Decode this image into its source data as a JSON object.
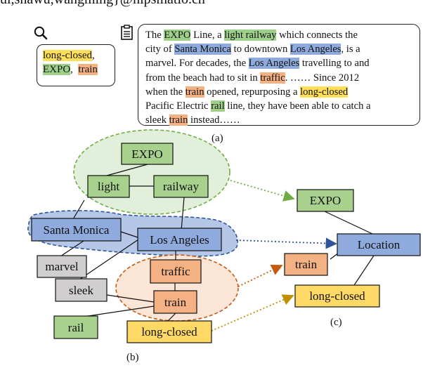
{
  "header_text": "ul,shawu,wangming}@hipsmatio.cn",
  "icons": {
    "search": "magnifier-icon",
    "document": "clipboard-icon"
  },
  "keywords": [
    {
      "text": "long-closed",
      "color": "#ffdf57",
      "sep": ","
    },
    {
      "text": "EXPO",
      "color": "#9fd08a",
      "sep": ","
    },
    {
      "text": "train",
      "color": "#f4b183",
      "sep": ""
    }
  ],
  "passage": [
    [
      {
        "t": "The "
      },
      {
        "t": "EXPO",
        "h": "g"
      },
      {
        "t": " Line, a "
      },
      {
        "t": "light railway",
        "h": "g"
      },
      {
        "t": " which connects the"
      }
    ],
    [
      {
        "t": "city of "
      },
      {
        "t": "Santa Monica",
        "h": "b"
      },
      {
        "t": " to downtown "
      },
      {
        "t": "Los Angeles",
        "h": "b"
      },
      {
        "t": ", is a"
      }
    ],
    [
      {
        "t": "marvel. For decades, the "
      },
      {
        "t": "Los Angeles",
        "h": "b"
      },
      {
        "t": " travelling to and"
      }
    ],
    [
      {
        "t": "from the beach had to sit in "
      },
      {
        "t": "traffic",
        "h": "o"
      },
      {
        "t": ". …… Since 2012"
      }
    ],
    [
      {
        "t": "when the "
      },
      {
        "t": "train",
        "h": "o"
      },
      {
        "t": " opened, repurposing a "
      },
      {
        "t": "long-closed",
        "h": "y"
      }
    ],
    [
      {
        "t": "Pacific Electric "
      },
      {
        "t": "rail",
        "h": "g"
      },
      {
        "t": " line, they have been able to catch a"
      }
    ],
    [
      {
        "t": "sleek "
      },
      {
        "t": "train",
        "h": "o"
      },
      {
        "t": " instead……"
      }
    ]
  ],
  "captions": {
    "a": "(a)",
    "b": "(b)",
    "c": "(c)"
  },
  "graph_b": {
    "nodes": {
      "expo": "EXPO",
      "light": "light",
      "railway": "railway",
      "santa_monica": "Santa Monica",
      "los_angeles": "Los Angeles",
      "marvel": "marvel",
      "traffic": "traffic",
      "train": "train",
      "sleek": "sleek",
      "rail": "rail",
      "long_closed": "long-closed"
    }
  },
  "graph_c": {
    "nodes": {
      "expo": "EXPO",
      "location": "Location",
      "train": "train",
      "long_closed": "long-closed"
    }
  },
  "colors": {
    "green_node": "#a9d18e",
    "blue_node": "#8faadc",
    "orange_node": "#f4b183",
    "yellow_node": "#ffd966",
    "gray_node": "#d0cece",
    "green_cluster": "#e2efda",
    "blue_cluster": "#b4c7e7",
    "orange_cluster": "#fbe5d6",
    "green_arrow": "#70ad47",
    "blue_arrow": "#2f5597",
    "orange_arrow": "#c55a11",
    "yellow_arrow": "#bf9000"
  }
}
